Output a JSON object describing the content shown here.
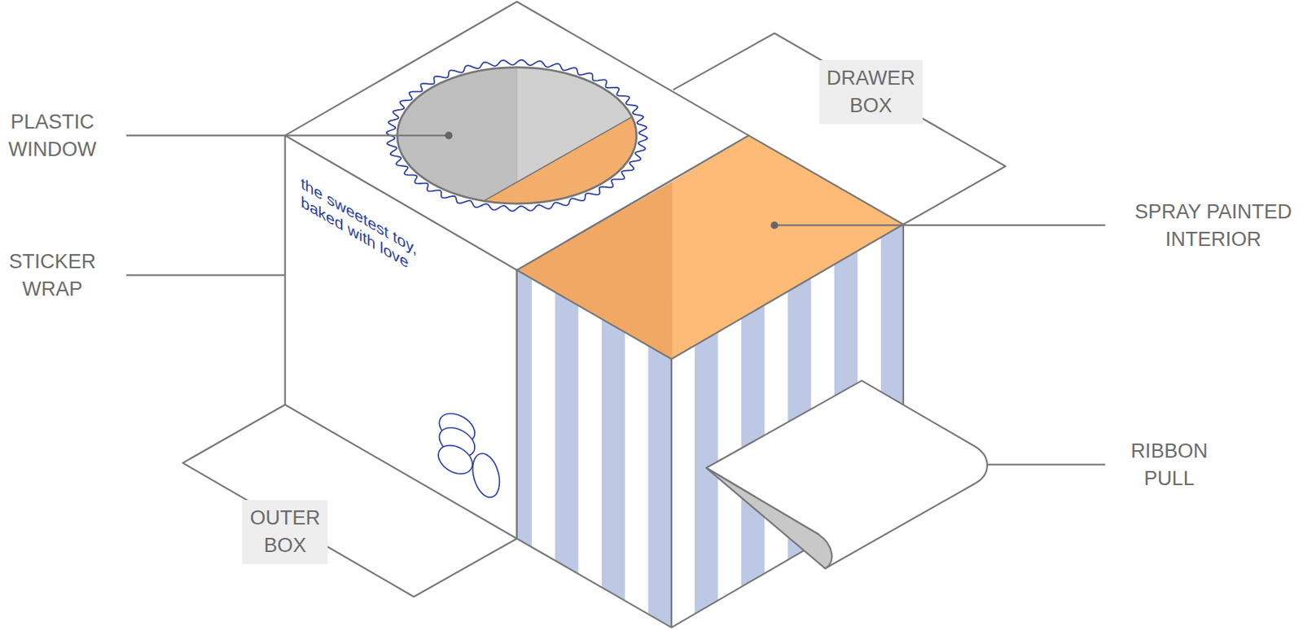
{
  "diagram": {
    "nodes": [
      {
        "text": [
          "DRAWER BOX"
        ]
      },
      {
        "text": [
          "OUTER BOX"
        ]
      }
    ],
    "labels": [
      "PLASTIC WINDOW",
      "STICKER WRAP",
      "SPRAY PAINTED INTERIOR",
      "RIBBON PULL",
      "the sweetest toy, baked with love"
    ]
  }
}
